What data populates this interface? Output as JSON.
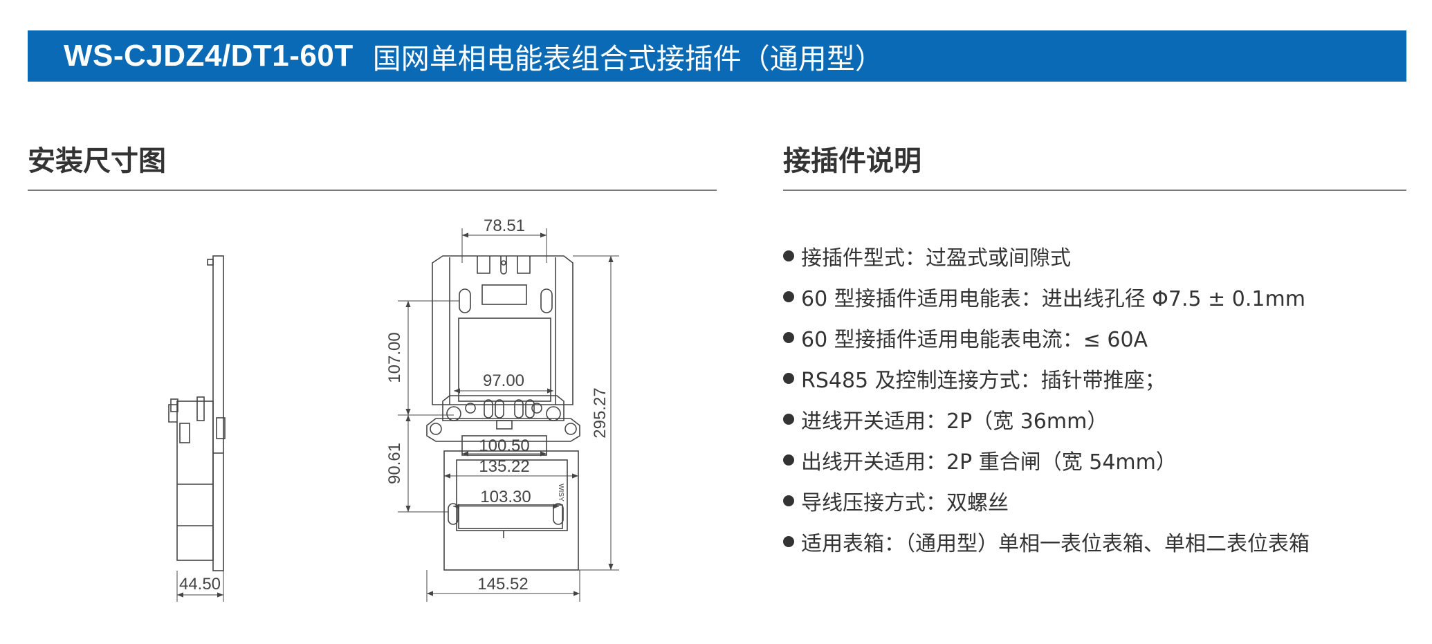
{
  "header": {
    "model": "WS-CJDZ4/DT1-60T",
    "title": "国网单相电能表组合式接插件（通用型）"
  },
  "left_section": {
    "title": "安装尺寸图"
  },
  "right_section": {
    "title": "接插件说明"
  },
  "drawing": {
    "side_width": "44.50",
    "top_width": "78.51",
    "upper_height": "107.00",
    "middle_width": "97.00",
    "total_height": "295.27",
    "lower_height": "90.61",
    "rail_width": "100.50",
    "box_width": "135.22",
    "inner_width": "103.30",
    "outer_width": "145.52",
    "small_label": "WISY"
  },
  "features": [
    "接插件型式：过盈式或间隙式",
    "60 型接插件适用电能表：进出线孔径 Φ7.5 ± 0.1mm",
    "60 型接插件适用电能表电流：≤ 60A",
    "RS485 及控制连接方式：插针带推座；",
    "进线开关适用：2P（宽 36mm）",
    "出线开关适用：2P 重合闸（宽 54mm）",
    "导线压接方式：双螺丝",
    "适用表箱：（通用型）单相一表位表箱、单相二表位表箱"
  ],
  "colors": {
    "banner": "#0a6ab5",
    "text": "#333333",
    "line": "#444444"
  }
}
